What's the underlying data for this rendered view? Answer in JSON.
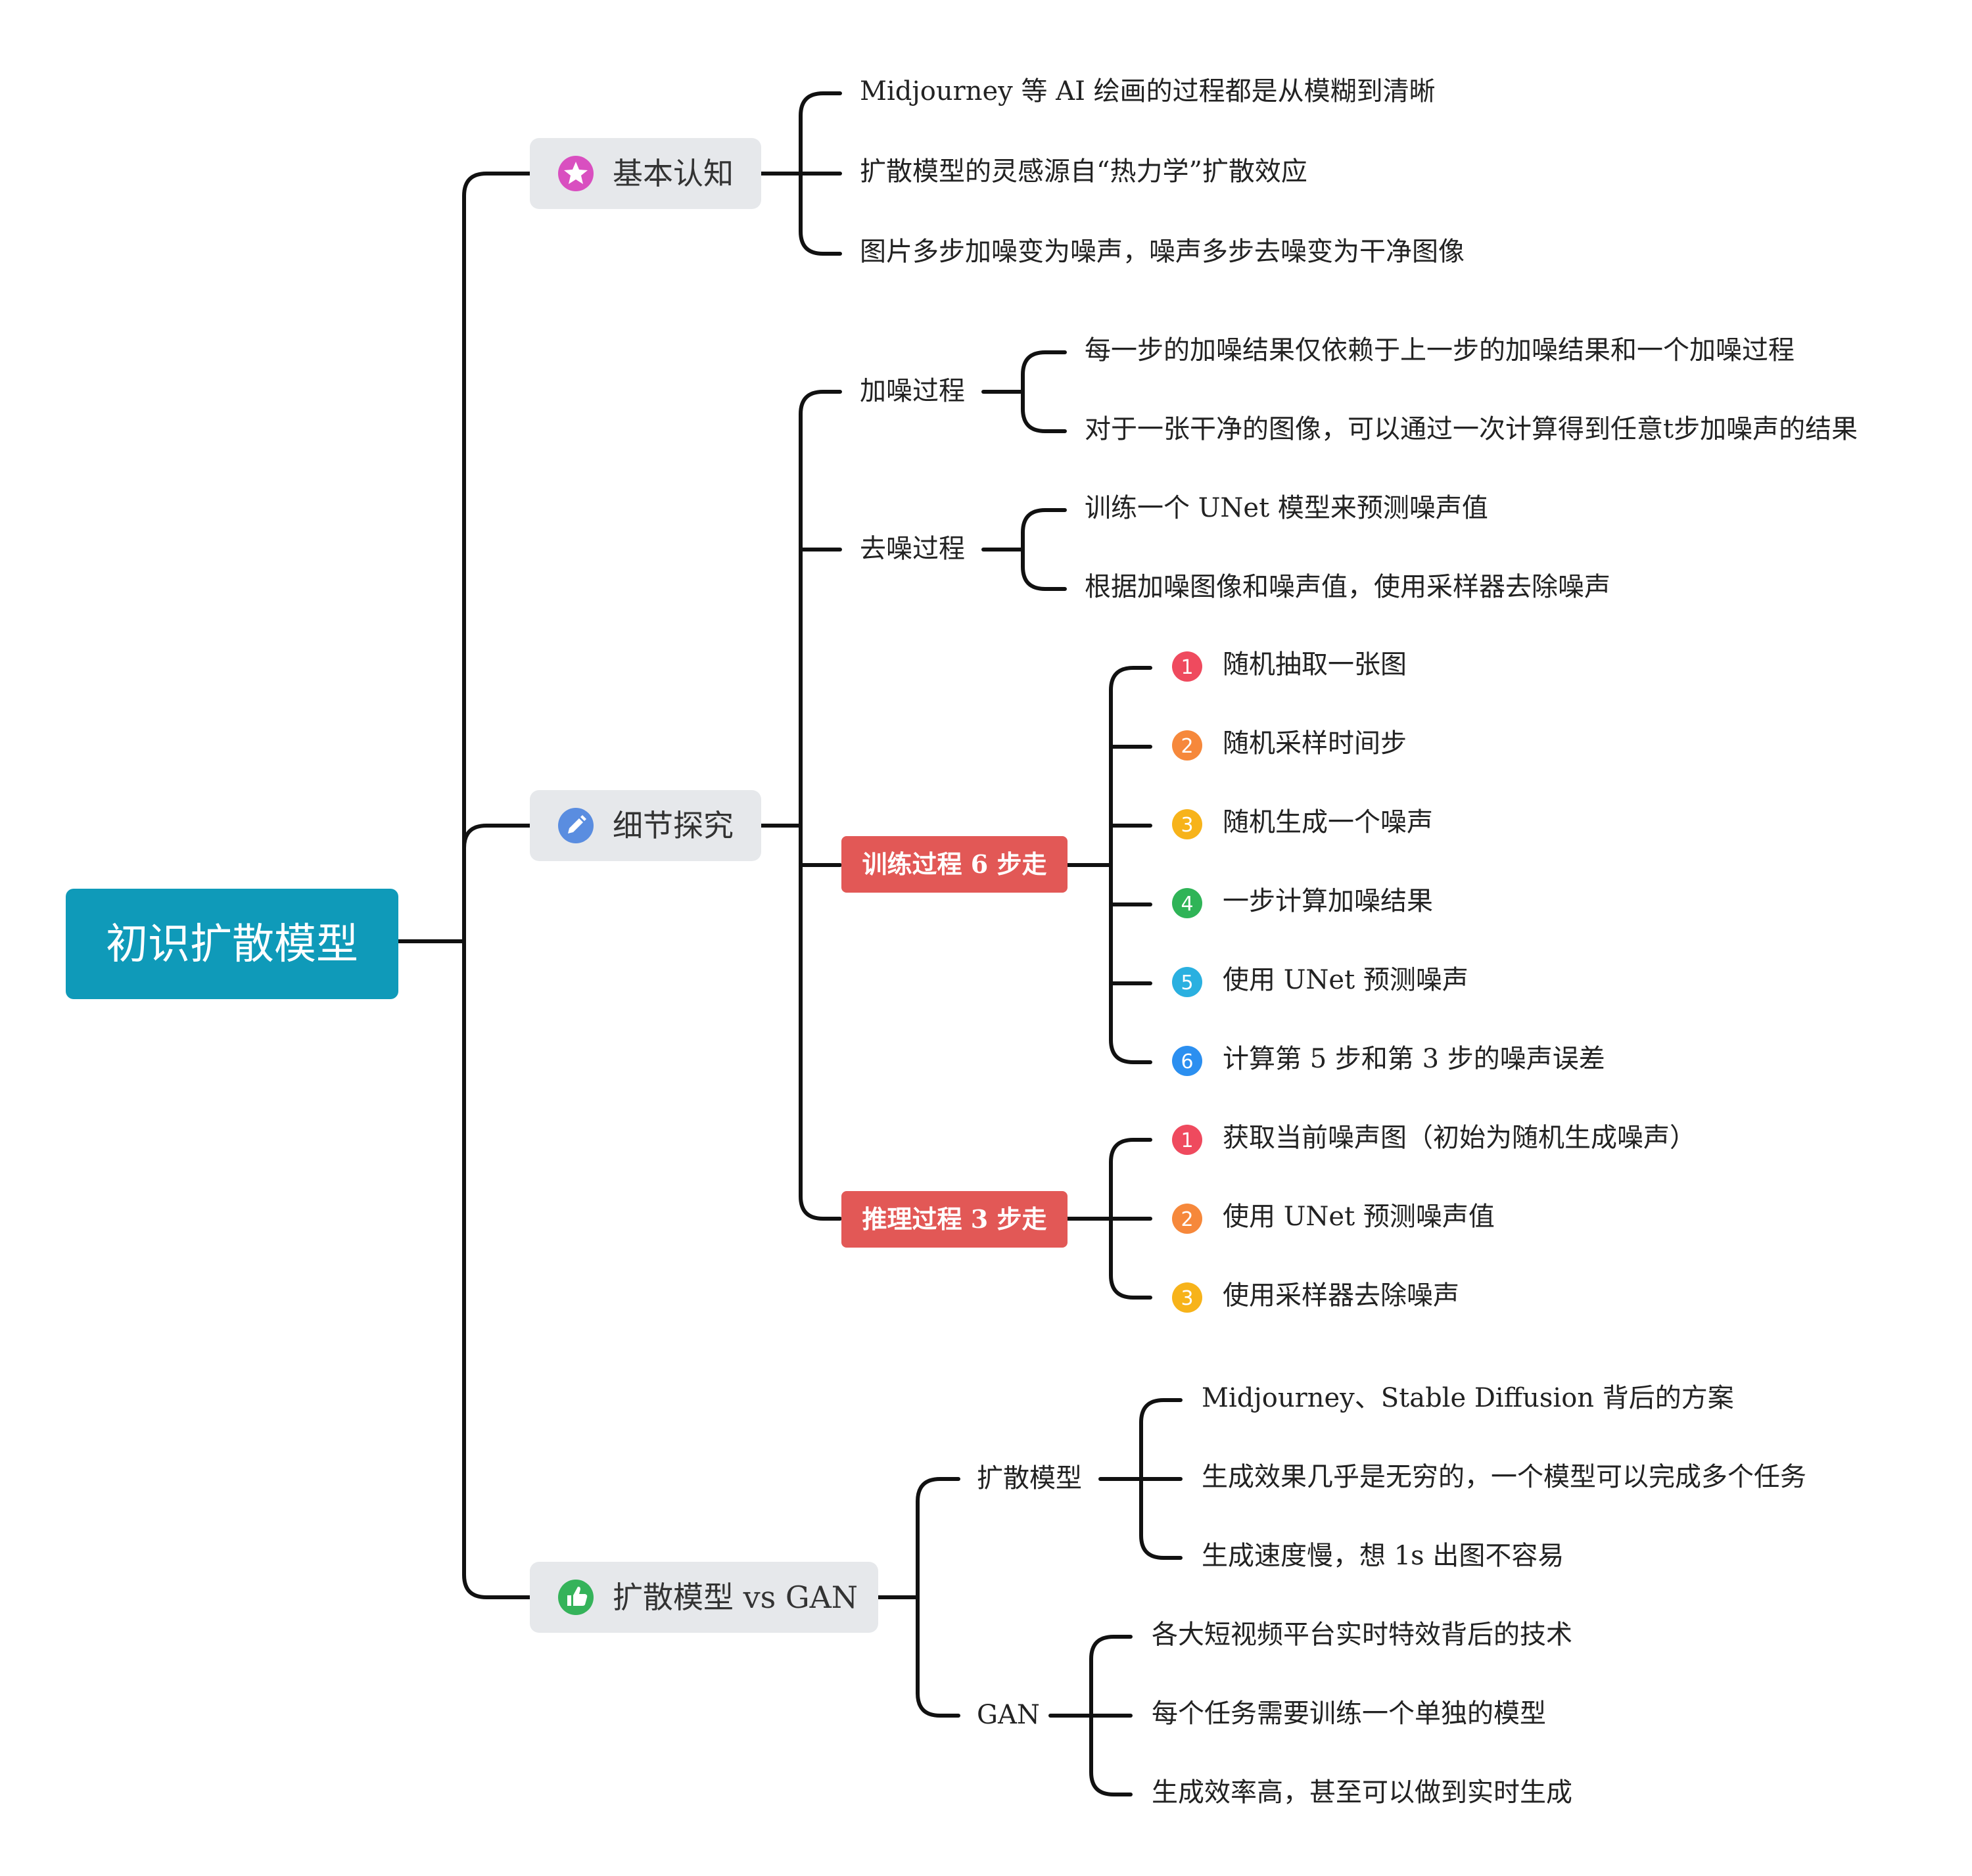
{
  "colors": {
    "root": "#0f9ab9",
    "pill": "#e6e8eb",
    "red_box": "#e25856",
    "star_icon": "#d94fc0",
    "pencil_icon": "#5a8de0",
    "thumb_icon": "#35b35a",
    "step1": "#ef4a5e",
    "step2": "#f6883b",
    "step3": "#f7b31a",
    "step4": "#2fb457",
    "step5": "#2ab0e0",
    "step6": "#2b8ff0"
  },
  "root": {
    "label": "初识扩散模型"
  },
  "basic": {
    "label": "基本认知",
    "icon": "star-icon",
    "items": [
      "Midjourney 等 AI 绘画的过程都是从模糊到清晰",
      "扩散模型的灵感源自“热力学”扩散效应",
      "图片多步加噪变为噪声，噪声多步去噪变为干净图像"
    ]
  },
  "detail": {
    "label": "细节探究",
    "icon": "pencil-icon",
    "noising": {
      "label": "加噪过程",
      "items": [
        "每一步的加噪结果仅依赖于上一步的加噪结果和一个加噪过程",
        "对于一张干净的图像，可以通过一次计算得到任意t步加噪声的结果"
      ]
    },
    "denoising": {
      "label": "去噪过程",
      "items": [
        "训练一个 UNet 模型来预测噪声值",
        "根据加噪图像和噪声值，使用采样器去除噪声"
      ]
    },
    "training": {
      "label": "训练过程 6 步走",
      "steps": [
        {
          "num": "1",
          "text": "随机抽取一张图"
        },
        {
          "num": "2",
          "text": "随机采样时间步"
        },
        {
          "num": "3",
          "text": "随机生成一个噪声"
        },
        {
          "num": "4",
          "text": "一步计算加噪结果"
        },
        {
          "num": "5",
          "text": "使用 UNet 预测噪声"
        },
        {
          "num": "6",
          "text": "计算第 5 步和第 3 步的噪声误差"
        }
      ]
    },
    "inference": {
      "label": "推理过程 3 步走",
      "steps": [
        {
          "num": "1",
          "text": "获取当前噪声图（初始为随机生成噪声）"
        },
        {
          "num": "2",
          "text": "使用 UNet 预测噪声值"
        },
        {
          "num": "3",
          "text": "使用采样器去除噪声"
        }
      ]
    }
  },
  "compare": {
    "label": "扩散模型 vs GAN",
    "icon": "thumbs-up-icon",
    "diffusion": {
      "label": "扩散模型",
      "items": [
        "Midjourney、Stable Diffusion 背后的方案",
        "生成效果几乎是无穷的，一个模型可以完成多个任务",
        "生成速度慢，想 1s 出图不容易"
      ]
    },
    "gan": {
      "label": "GAN",
      "items": [
        "各大短视频平台实时特效背后的技术",
        "每个任务需要训练一个单独的模型",
        "生成效率高，甚至可以做到实时生成"
      ]
    }
  }
}
